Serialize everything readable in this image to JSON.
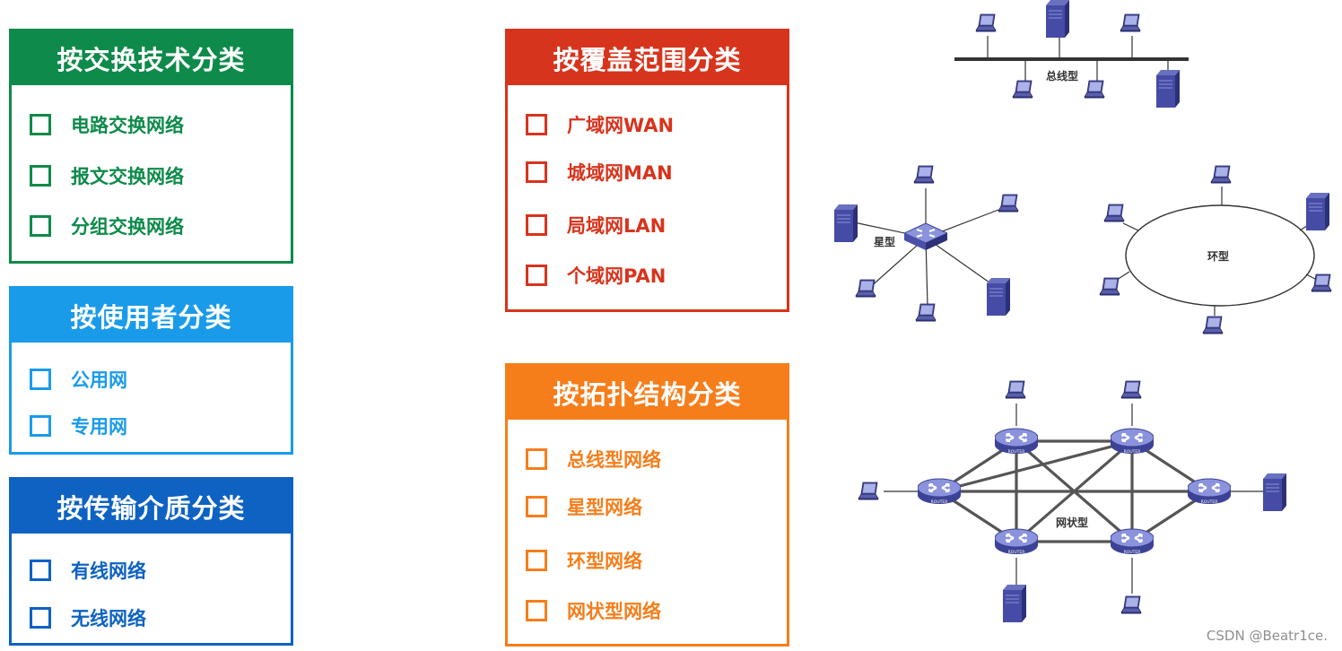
{
  "colors": {
    "green": "#0e8a4a",
    "lightblue": "#1a9bea",
    "darkblue": "#0d62c2",
    "red": "#d7341d",
    "orange": "#f57e1b"
  },
  "cards": {
    "switching": {
      "title": "按交换技术分类",
      "items": [
        "电路交换网络",
        "报文交换网络",
        "分组交换网络"
      ]
    },
    "users": {
      "title": "按使用者分类",
      "items": [
        "公用网",
        "专用网"
      ]
    },
    "medium": {
      "title": "按传输介质分类",
      "items": [
        "有线网络",
        "无线网络"
      ]
    },
    "coverage": {
      "title": "按覆盖范围分类",
      "items": [
        "广域网WAN",
        "城域网MAN",
        "局域网LAN",
        "个域网PAN"
      ]
    },
    "topology": {
      "title": "按拓扑结构分类",
      "items": [
        "总线型网络",
        "星型网络",
        "环型网络",
        "网状型网络"
      ]
    }
  },
  "diagrams": {
    "bus_label": "总线型",
    "star_label": "星型",
    "ring_label": "环型",
    "mesh_label": "网状型",
    "router_label": "ROUTER"
  },
  "icons": [
    "laptop-icon",
    "server-icon",
    "switch-icon",
    "router-icon",
    "checkbox-icon"
  ],
  "watermark": "CSDN @Beatr1ce."
}
